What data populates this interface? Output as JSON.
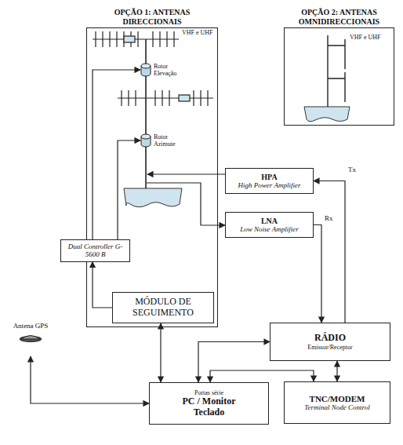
{
  "diagram": {
    "nodes": [
      {
        "text": [
          "OPÇÃO 1: ANTENAS DIRECCIONAIS"
        ]
      },
      {
        "text": [
          "Rotor Elevação"
        ],
        "in": 0
      },
      {
        "text": [
          "Rotor Azimute"
        ],
        "in": 0
      },
      {
        "text": [
          "Dual Controller G-5600 B"
        ]
      },
      {
        "text": [
          "MÓDULO DE SEGUIMENTO"
        ],
        "in": 0
      },
      {
        "text": [
          "OPÇÃO 2: ANTENAS OMNIDIRECCIONAIS"
        ]
      },
      {
        "text": [
          "HPA",
          "High Power Amplifier"
        ]
      },
      {
        "text": [
          "LNA",
          "Low Noise Amplifier"
        ]
      },
      {
        "text": [
          "Antena GPS"
        ]
      },
      {
        "text": [
          "RÁDIO",
          "Emissor/Receptor"
        ]
      },
      {
        "text": [
          "Portas série",
          "PC / Monitor Teclado"
        ]
      },
      {
        "text": [
          "TNC/MODEM",
          "Terminal Node Control"
        ]
      }
    ],
    "edges": [
      {
        "from": 3,
        "to": 1,
        "arrow": "to"
      },
      {
        "from": 3,
        "to": 2,
        "arrow": "to"
      },
      {
        "from": 4,
        "to": 3,
        "arrow": "to"
      },
      {
        "from": 4,
        "to": 10,
        "arrow": "both"
      },
      {
        "from": 9,
        "to": 6,
        "arrow": "to"
      },
      {
        "from": 7,
        "to": 9,
        "arrow": "to"
      },
      {
        "from": 9,
        "to": 10,
        "arrow": "both"
      },
      {
        "from": 10,
        "to": 11,
        "arrow": "both"
      },
      {
        "from": 9,
        "to": 11,
        "arrow": "both"
      },
      {
        "from": 8,
        "to": 10,
        "arrow": "both"
      }
    ],
    "labels": [
      "VHF e UHF",
      "VHF e UHF",
      "Tx",
      "Rx"
    ]
  }
}
